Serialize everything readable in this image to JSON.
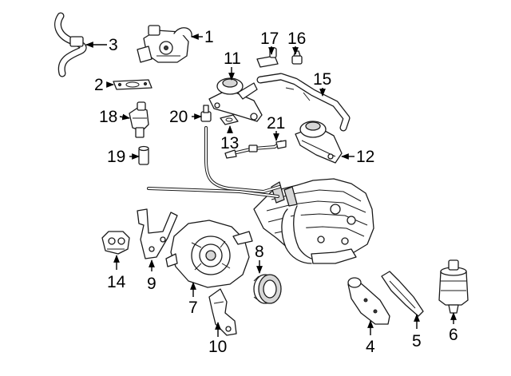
{
  "callouts": {
    "c1": "1",
    "c2": "2",
    "c3": "3",
    "c4": "4",
    "c5": "5",
    "c6": "6",
    "c7": "7",
    "c8": "8",
    "c9": "9",
    "c10": "10",
    "c11": "11",
    "c12": "12",
    "c13": "13",
    "c14": "14",
    "c15": "15",
    "c16": "16",
    "c17": "17",
    "c18": "18",
    "c19": "19",
    "c20": "20",
    "c21": "21"
  },
  "colors": {
    "ink": "#1a1a1a",
    "fill": "#ffffff",
    "shade": "#d6d6d6"
  }
}
